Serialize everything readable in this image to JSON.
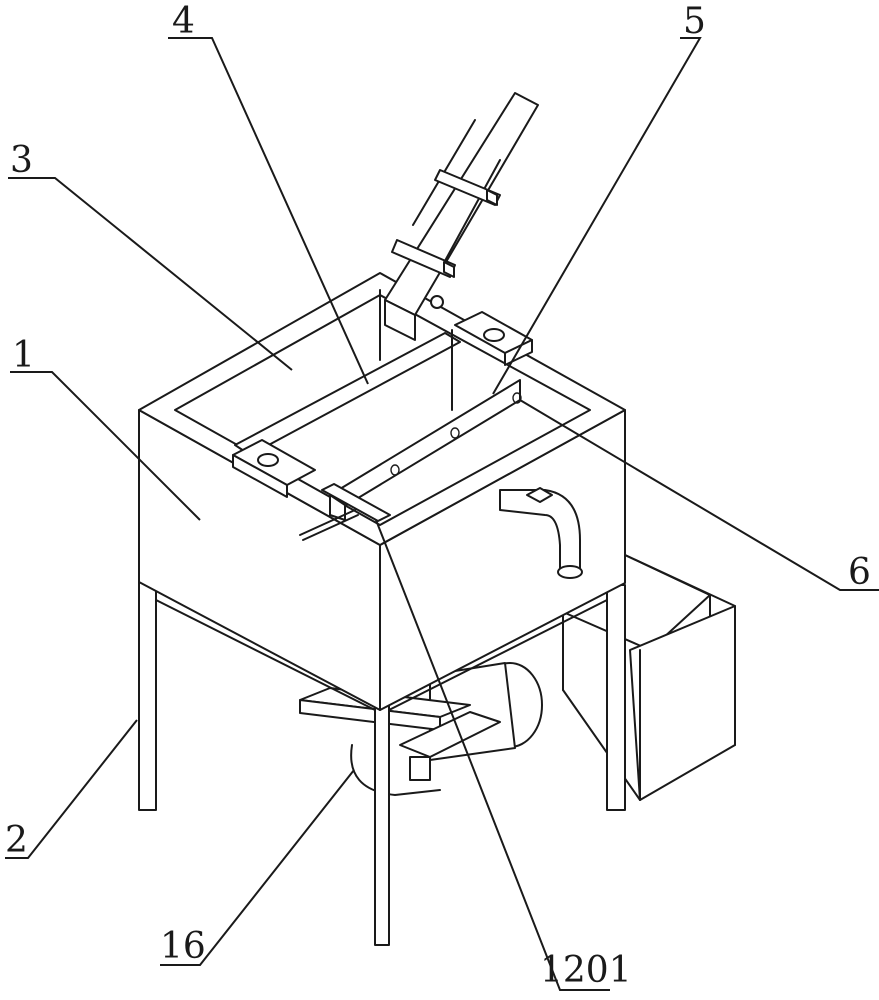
{
  "figure": {
    "background": "#ffffff",
    "stroke_color": "#1a1a1a"
  },
  "callouts": [
    {
      "id": "1",
      "label": "1"
    },
    {
      "id": "2",
      "label": "2"
    },
    {
      "id": "3",
      "label": "3"
    },
    {
      "id": "4",
      "label": "4"
    },
    {
      "id": "5",
      "label": "5"
    },
    {
      "id": "6",
      "label": "6"
    },
    {
      "id": "16",
      "label": "16"
    },
    {
      "id": "1201",
      "label": "1201"
    }
  ]
}
